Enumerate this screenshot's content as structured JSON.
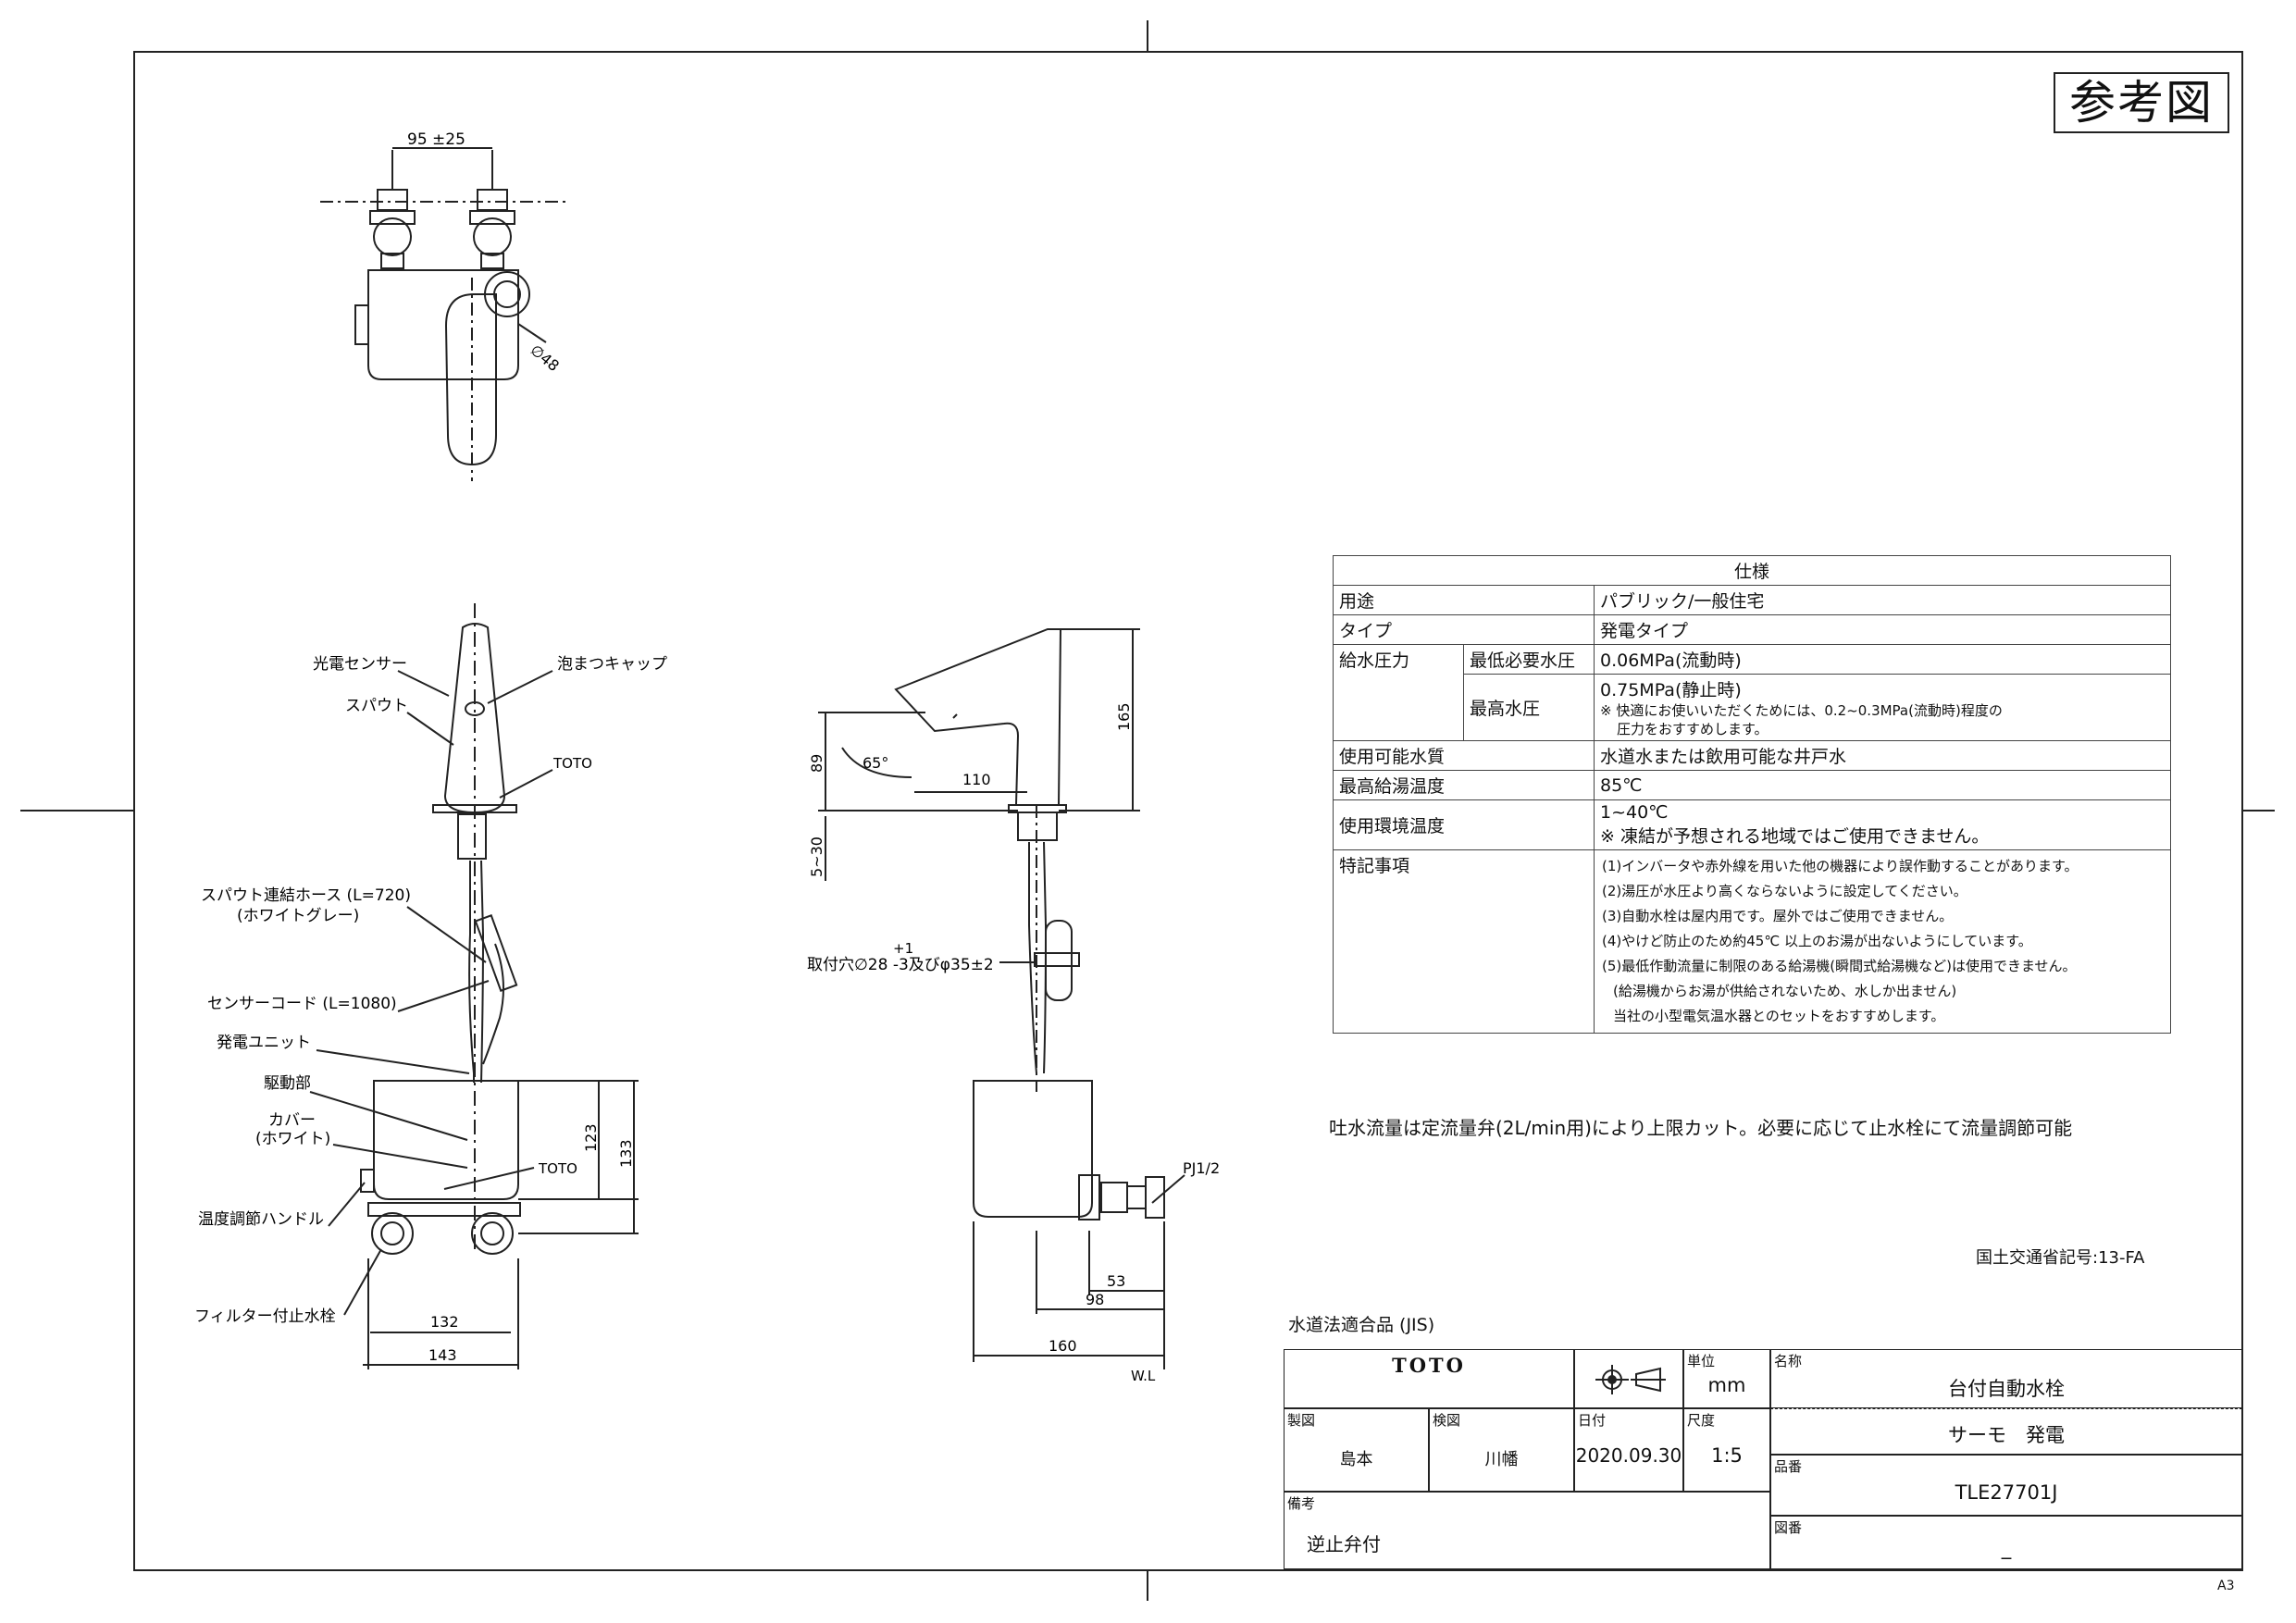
{
  "reference_label": "参考図",
  "top_view": {
    "dim_pitch": "95 ±25",
    "dim_dia": "∅48"
  },
  "front_view": {
    "labels": {
      "sensor": "光電センサー",
      "foam_cap": "泡まつキャップ",
      "spout": "スパウト",
      "toto_upper": "TOTO",
      "hose": "スパウト連結ホース (L=720)",
      "hose_color": "(ホワイトグレー)",
      "sensor_cord": "センサーコード (L=1080)",
      "generator": "発電ユニット",
      "drive": "駆動部",
      "cover": "カバー",
      "cover_color": "(ホワイト)",
      "toto_lower": "TOTO",
      "temp_handle": "温度調節ハンドル",
      "filter_valve": "フィルター付止水栓"
    },
    "dims": {
      "h123": "123",
      "h133": "133",
      "w132": "132",
      "w143": "143"
    }
  },
  "side_view": {
    "dims": {
      "h165": "165",
      "h89": "89",
      "angle": "65°",
      "reach": "110",
      "deck": "5~30",
      "hole_tol": "+1",
      "hole": "取付穴∅28 -3及びφ35±2",
      "pj": "PJ1/2",
      "d53": "53",
      "d98": "98",
      "d160": "160",
      "wl": "W.L"
    }
  },
  "spec_table": {
    "header": "仕様",
    "rows": {
      "use_label": "用途",
      "use_value": "パブリック/一般住宅",
      "type_label": "タイプ",
      "type_value": "発電タイプ",
      "pressure_label": "給水圧力",
      "min_label": "最低必要水圧",
      "min_value": "0.06MPa(流動時)",
      "max_label": "最高水圧",
      "max_value": "0.75MPa(静止時)",
      "max_note": "※ 快適にお使いいただくためには、0.2~0.3MPa(流動時)程度の",
      "max_note2": "圧力をおすすめします。",
      "quality_label": "使用可能水質",
      "quality_value": "水道水または飲用可能な井戸水",
      "hot_label": "最高給湯温度",
      "hot_value": "85℃",
      "env_label": "使用環境温度",
      "env_value": "1~40℃",
      "env_note": "※ 凍結が予想される地域ではご使用できません。",
      "remarks_label": "特記事項",
      "remarks": [
        "(1)インバータや赤外線を用いた他の機器により誤作動することがあります。",
        "(2)湯圧が水圧より高くならないように設定してください。",
        "(3)自動水栓は屋内用です。屋外ではご使用できません。",
        "(4)やけど防止のため約45℃ 以上のお湯が出ないようにしています。",
        "(5)最低作動流量に制限のある給湯機(瞬間式給湯機など)は使用できません。",
        "(給湯機からお湯が供給されないため、水しか出ません)",
        "当社の小型電気温水器とのセットをおすすめします。"
      ]
    }
  },
  "flow_note": "吐水流量は定流量弁(2L/min用)により上限カット。必要に応じて止水栓にて流量調節可能",
  "mlit_code": "国土交通省記号:13-FA",
  "jis_note": "水道法適合品 (JIS)",
  "sheet_size": "A3",
  "title_block": {
    "logo": "TOTO",
    "unit_caption": "単位",
    "unit_value": "mm",
    "name_caption": "名称",
    "name_value": "台付自動水栓",
    "subname_value": "サーモ　発電",
    "drawn_caption": "製図",
    "drawn_value": "島本",
    "checked_caption": "検図",
    "checked_value": "川幡",
    "date_caption": "日付",
    "date_value": "2020.09.30",
    "scale_caption": "尺度",
    "scale_value": "1:5",
    "part_caption": "品番",
    "part_value": "TLE27701J",
    "remarks_caption": "備考",
    "remarks_value": "逆止弁付",
    "drawing_caption": "図番",
    "drawing_value": "_"
  }
}
